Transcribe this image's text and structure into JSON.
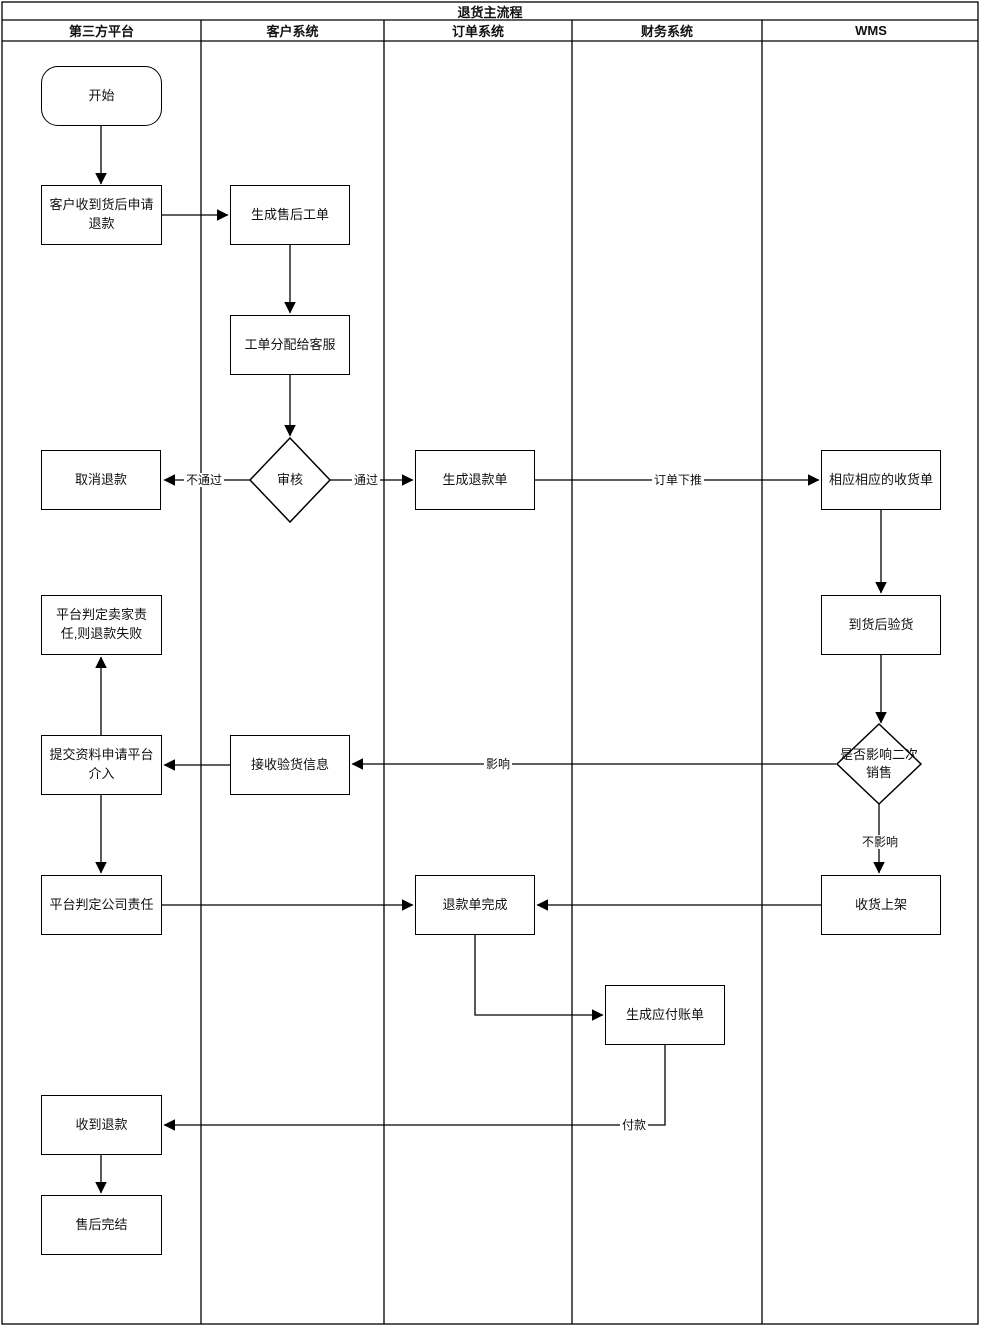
{
  "title": "退货主流程",
  "lanes": [
    {
      "label": "第三方平台"
    },
    {
      "label": "客户系统"
    },
    {
      "label": "订单系统"
    },
    {
      "label": "财务系统"
    },
    {
      "label": "WMS"
    }
  ],
  "nodes": {
    "start": {
      "label": "开始",
      "type": "start"
    },
    "apply_refund": {
      "label": "客户收到货后申请退款",
      "type": "process"
    },
    "create_ticket": {
      "label": "生成售后工单",
      "type": "process"
    },
    "assign_ticket": {
      "label": "工单分配给客服",
      "type": "process"
    },
    "review": {
      "label": "审核",
      "type": "decision"
    },
    "cancel_refund": {
      "label": "取消退款",
      "type": "process"
    },
    "create_refund_order": {
      "label": "生成退款单",
      "type": "process"
    },
    "receipt_order": {
      "label": "相应相应的收货单",
      "type": "process"
    },
    "inspect_goods": {
      "label": "到货后验货",
      "type": "process"
    },
    "resale_check": {
      "label": "是否影响二次销售",
      "type": "decision"
    },
    "seller_fault": {
      "label": "平台判定卖家责任,则退款失败",
      "type": "process"
    },
    "platform_appeal": {
      "label": "提交资料申请平台介入",
      "type": "process"
    },
    "receive_inspection": {
      "label": "接收验货信息",
      "type": "process"
    },
    "company_fault": {
      "label": "平台判定公司责任",
      "type": "process"
    },
    "refund_done": {
      "label": "退款单完成",
      "type": "process"
    },
    "shelve_goods": {
      "label": "收货上架",
      "type": "process"
    },
    "payable_bill": {
      "label": "生成应付账单",
      "type": "process"
    },
    "refund_received": {
      "label": "收到退款",
      "type": "process"
    },
    "aftersale_done": {
      "label": "售后完结",
      "type": "process"
    }
  },
  "edge_labels": {
    "reject": "不通过",
    "pass": "通过",
    "order_push": "订单下推",
    "affected": "影响",
    "not_affected": "不影响",
    "payment": "付款"
  }
}
